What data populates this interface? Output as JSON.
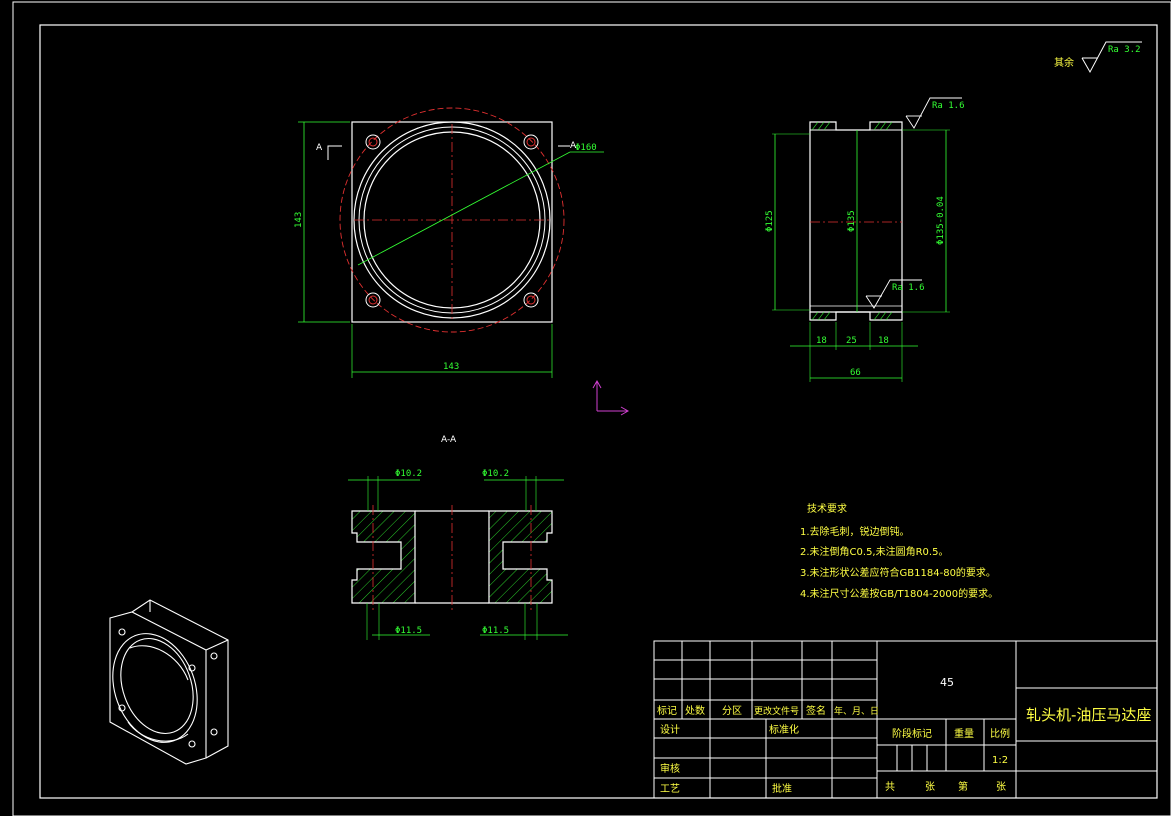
{
  "roughness": {
    "other_label": "其余",
    "other_value": "Ra 3.2",
    "top_face": "Ra 1.6",
    "bottom_face": "Ra 1.6"
  },
  "front_view": {
    "section_mark_left": "A",
    "section_mark_right": "A",
    "dim_diameter": "Φ160",
    "dim_height": "143",
    "dim_width": "143"
  },
  "side_view": {
    "dim_inner": "Φ125",
    "dim_mid": "Φ135",
    "dim_outer": "Φ135-0.04",
    "dim_left": "18",
    "dim_mid_width": "25",
    "dim_right": "18",
    "dim_total": "66"
  },
  "section_view": {
    "label": "A-A",
    "dim_top_left": "Φ10.2",
    "dim_top_right": "Φ10.2",
    "dim_bottom_left": "Φ11.5",
    "dim_bottom_right": "Φ11.5"
  },
  "tech_requirements": {
    "heading": "技术要求",
    "items": [
      "1.去除毛刺，锐边倒钝。",
      "2.未注倒角C0.5,未注圆角R0.5。",
      "3.未注形状公差应符合GB1184-80的要求。",
      "4.未注尺寸公差按GB/T1804-2000的要求。"
    ]
  },
  "title_block": {
    "material": "45",
    "part_name": "轧头机-油压马达座",
    "header_cells": [
      "标记",
      "处数",
      "分区",
      "更改文件号",
      "签名",
      "年、月、日"
    ],
    "design": "设计",
    "standardize": "标准化",
    "review": "审核",
    "process": "工艺",
    "approve": "批准",
    "stage_mark": "阶段标记",
    "weight": "重量",
    "scale_label": "比例",
    "scale_value": "1:2",
    "total": "共",
    "sheets": "张",
    "sheet_no": "第",
    "sheet_unit": "张"
  }
}
